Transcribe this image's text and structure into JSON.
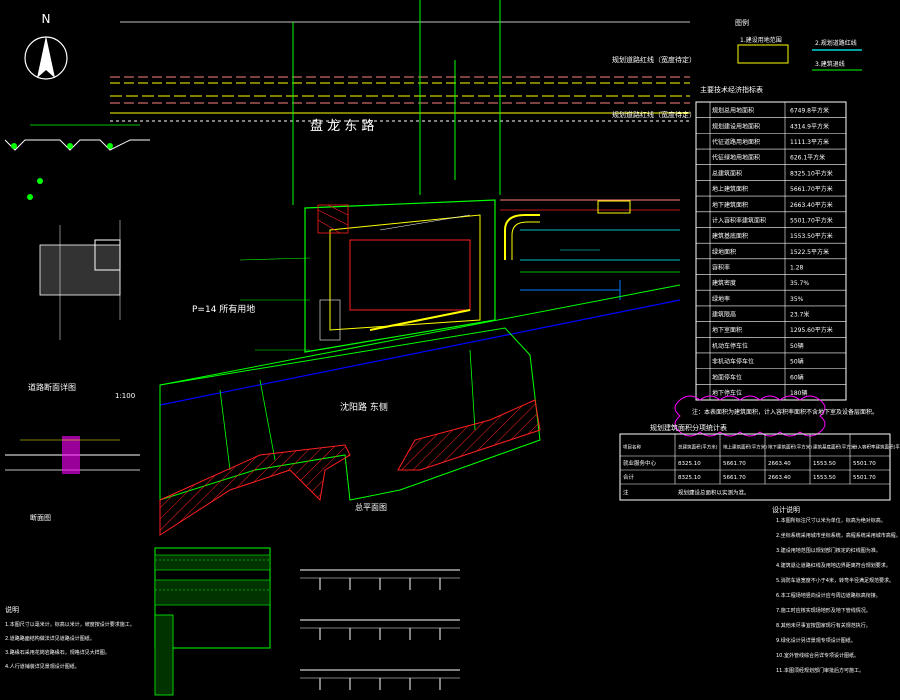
{
  "north_label": "N",
  "road_name": "盘 龙 东 路",
  "site_label": "P=14 所有用地",
  "south_area_label": "沈阳路 东侧",
  "legend": {
    "title": "图例",
    "item1": "1.建设用地范围",
    "item2": "2.规划道路红线",
    "item3": "3.建筑退线",
    "colors": {
      "yellow": "#ffff00",
      "cyan": "#00ffff",
      "green": "#00ff00"
    }
  },
  "econ_table": {
    "title": "主要技术经济指标表",
    "rows": [
      [
        "规划总用地面积",
        "6749.8平方米"
      ],
      [
        "规划建设用地面积",
        "4314.9平方米"
      ],
      [
        "代征道路用地面积",
        "1111.3平方米"
      ],
      [
        "代征绿地用地面积",
        "626.1平方米"
      ],
      [
        "总建筑面积",
        "8325.10平方米"
      ],
      [
        "地上建筑面积",
        "5661.70平方米"
      ],
      [
        "地下建筑面积",
        "2663.40平方米"
      ],
      [
        "计入容积率建筑面积",
        "5501.70平方米"
      ],
      [
        "建筑基底面积",
        "1553.50平方米"
      ],
      [
        "绿地面积",
        "1522.5平方米"
      ],
      [
        "容积率",
        "1.28"
      ],
      [
        "建筑密度",
        "35.7%"
      ],
      [
        "绿地率",
        "35%"
      ],
      [
        "建筑限高",
        "23.7米"
      ],
      [
        "地下室面积",
        "1295.60平方米"
      ],
      [
        "机动车停车位",
        "50辆"
      ],
      [
        "非机动车停车位",
        "50辆"
      ],
      [
        "地面停车位",
        "60辆"
      ],
      [
        "地下停车位",
        "180辆"
      ]
    ]
  },
  "note_text": "注：本表面积为建筑面积，计入容积率面积不含地下室及设备层面积。",
  "area_table": {
    "title": "规划建筑面积分项统计表",
    "headers": [
      "项目名称",
      "总建筑面积(平方米)",
      "地上建筑面积(平方米)",
      "地下建筑面积(平方米)",
      "建筑基底面积(平方米)",
      "计入容积率建筑面积(平方米)"
    ],
    "rows": [
      [
        "就业服务中心",
        "8325.10",
        "5661.70",
        "2663.40",
        "1553.50",
        "5501.70"
      ],
      [
        "合计",
        "8325.10",
        "5661.70",
        "2663.40",
        "1553.50",
        "5501.70"
      ]
    ],
    "footnote_label": "注",
    "footnote": "规划建设总面积以实测为准。"
  },
  "section_title_1": "道路断面详图",
  "section_title_2": "断面图",
  "section_title_3": "总平面图",
  "scale_1": "1:100",
  "notes_title": "设计说明",
  "notes_lines": [
    "1.本图所标注尺寸以米为单位，标高为绝对标高。",
    "2.坐标系统采用城市坐标系统，高程系统采用城市高程。",
    "3.建设用地范围以规划部门核定的红线图为准。",
    "4.建筑退让道路红线及用地边界距离符合规划要求。",
    "5.消防车道宽度不小于4米，转弯半径满足规范要求。",
    "6.本工程场地竖向设计应与周边道路标高衔接。",
    "7.施工时应核实现场地形及地下管线情况。",
    "8.其他未尽事宜按国家现行有关规范执行。",
    "9.绿化设计另详景观专项设计图纸。",
    "10.室外管线综合另详专项设计图纸。",
    "11.本图须经规划部门审批后方可施工。"
  ],
  "left_notes_title": "说明",
  "left_notes_lines": [
    "1.本图尺寸以毫米计，标高以米计，坡度按设计要求施工。",
    "2.道路路面结构做法详见道路设计图纸。",
    "3.路缘石采用花岗岩路缘石，规格详见大样图。",
    "4.人行道铺装详见景观设计图纸。"
  ],
  "top_labels": [
    "规划道路红线（宽度待定）",
    "规划道路红线（宽度待定）"
  ]
}
